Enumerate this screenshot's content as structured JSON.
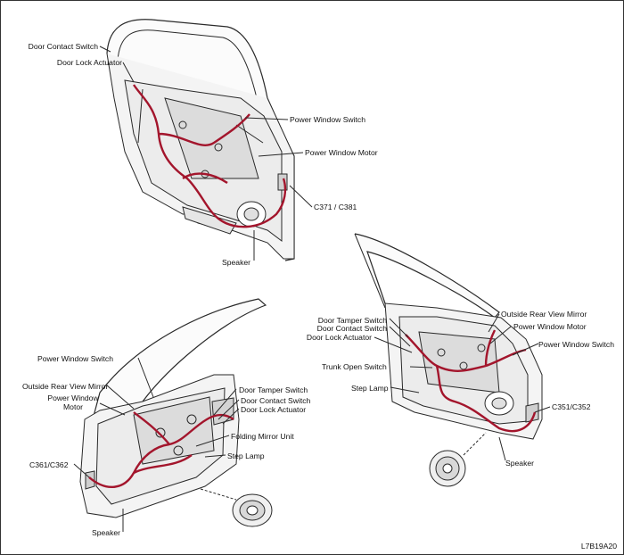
{
  "rear_door": {
    "labels": {
      "door_contact_switch": "Door Contact Switch",
      "door_lock_actuator": "Door Lock Actuator",
      "power_window_switch": "Power Window Switch",
      "power_window_motor": "Power Window Motor",
      "connector": "C371 / C381",
      "speaker": "Speaker"
    }
  },
  "left_front_door": {
    "labels": {
      "power_window_switch": "Power Window Switch",
      "outside_mirror": "Outside Rear View Mirror",
      "power_window_motor_1": "Power Window",
      "power_window_motor_2": "Motor",
      "door_tamper_switch": "Door Tamper Switch",
      "door_contact_switch": "Door Contact Switch",
      "door_lock_actuator": "Door Lock Actuator",
      "folding_mirror_unit": "Folding Mirror Unit",
      "step_lamp": "Step Lamp",
      "connector": "C361/C362",
      "speaker": "Speaker"
    }
  },
  "right_front_door": {
    "labels": {
      "door_tamper_switch": "Door Tamper Switch",
      "door_contact_switch": "Door Contact Switch",
      "door_lock_actuator": "Door Lock Actuator",
      "outside_mirror": "Outside Rear View Mirror",
      "power_window_motor": "Power Window Motor",
      "power_window_switch": "Power Window Switch",
      "trunk_open_switch": "Trunk Open Switch",
      "step_lamp": "Step Lamp",
      "connector": "C351/C352",
      "speaker": "Speaker"
    }
  },
  "figure_id": "L7B19A20",
  "colors": {
    "harness": "#a3152c",
    "line": "#2a2a2a",
    "panel": "#f4f4f4",
    "shade": "#cfcfcf"
  }
}
